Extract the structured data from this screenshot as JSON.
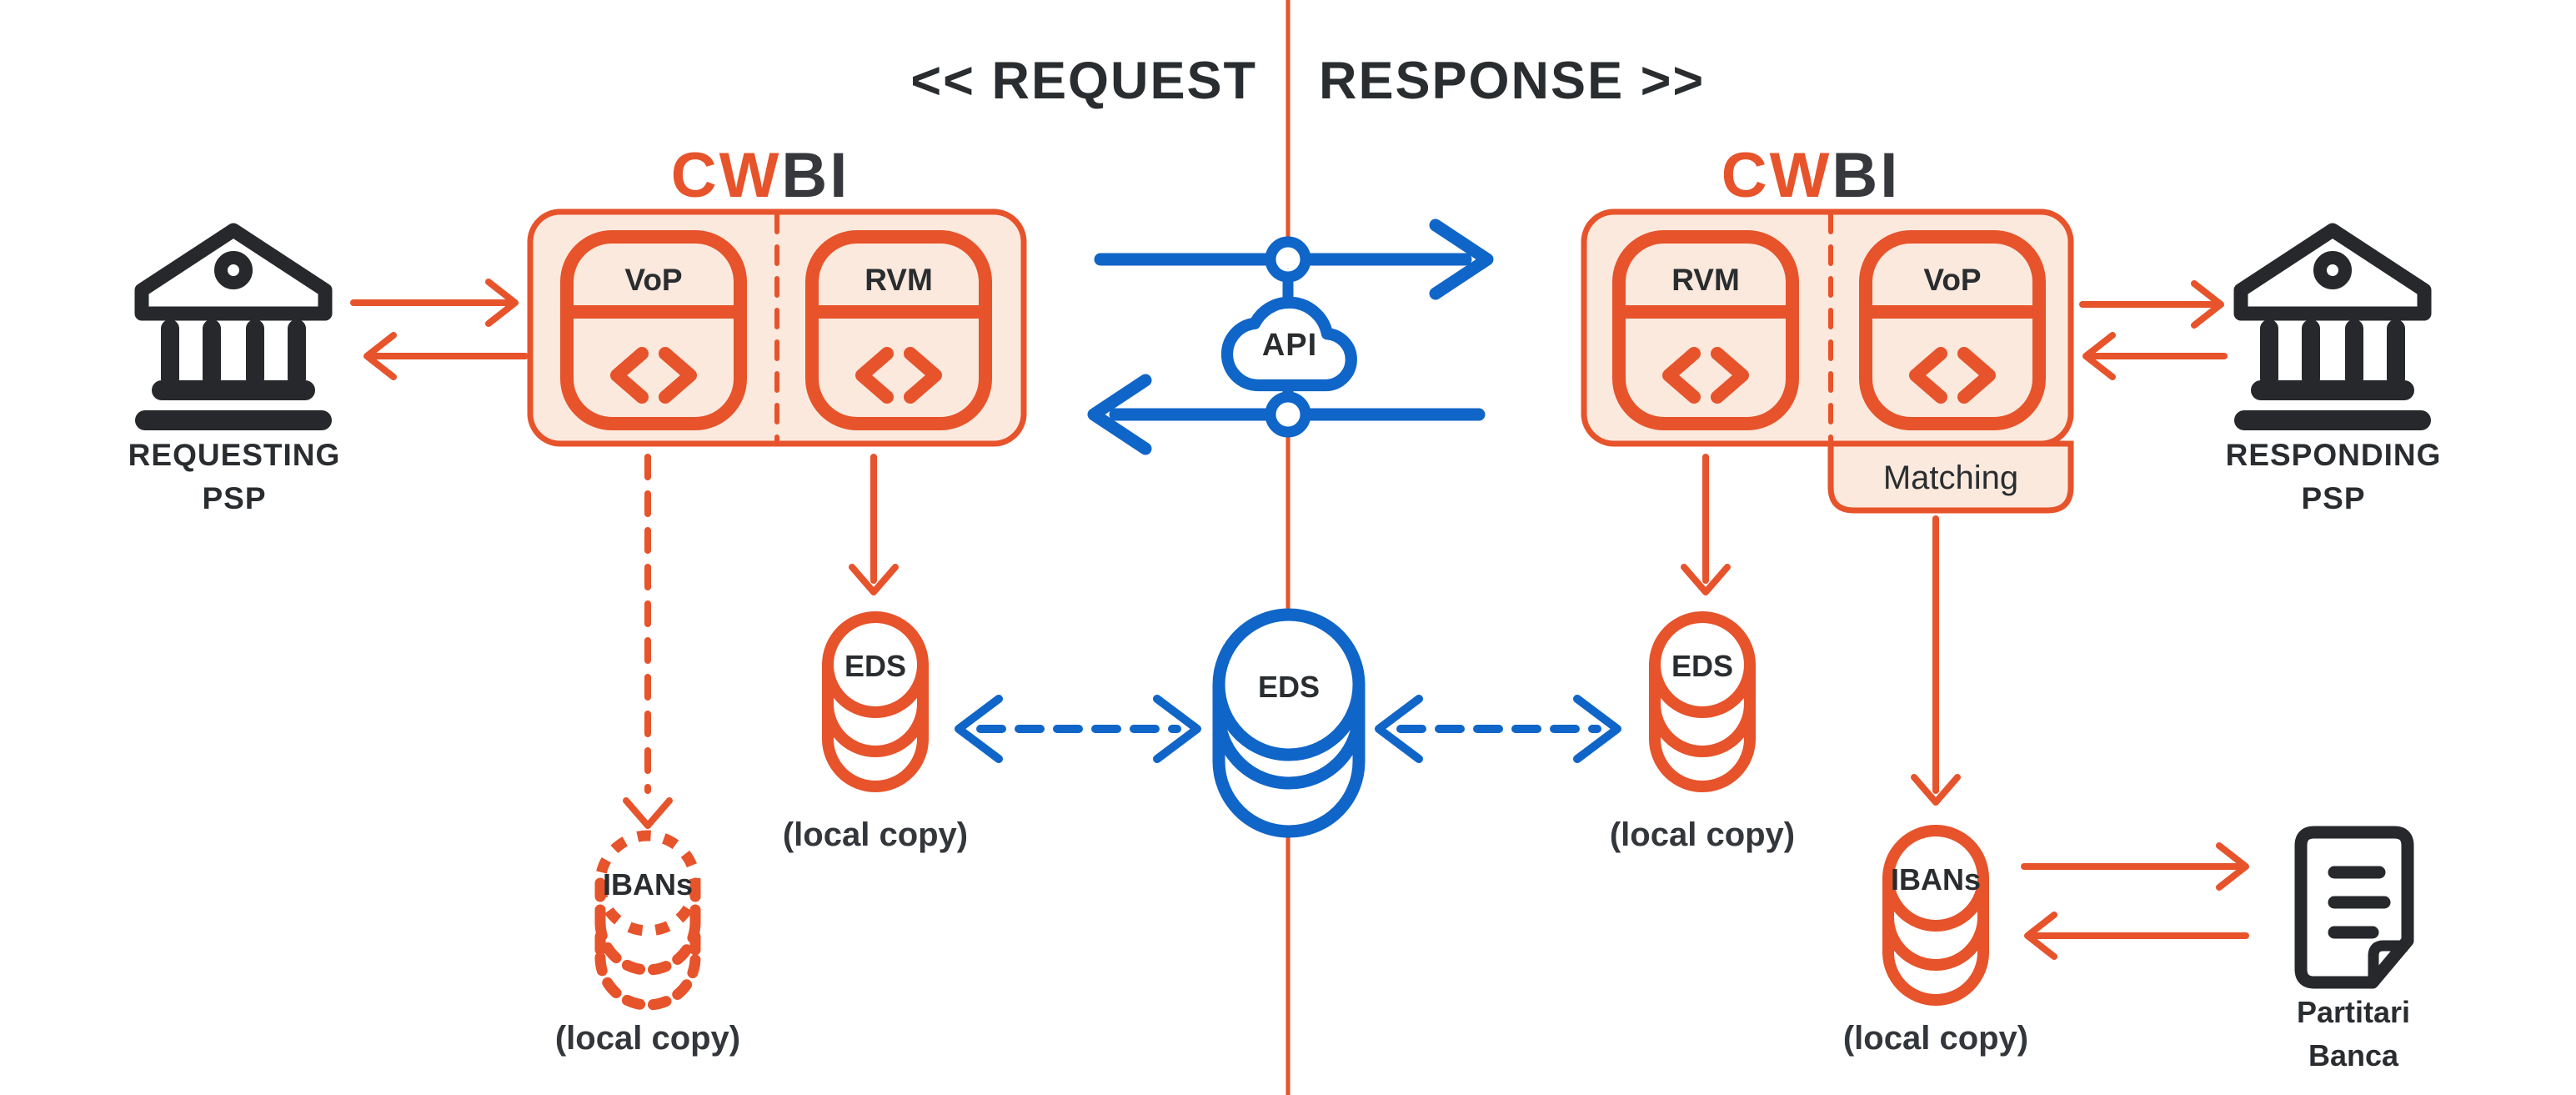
{
  "title": {
    "request_label": "<< REQUEST",
    "response_label": "RESPONSE >>"
  },
  "left_psp": {
    "name_line1": "REQUESTING",
    "name_line2": "PSP"
  },
  "right_psp": {
    "name_line1": "RESPONDING",
    "name_line2": "PSP"
  },
  "left_cwbi": {
    "logo_primary": "CW",
    "logo_secondary": "BI",
    "modules": [
      {
        "label": "VoP"
      },
      {
        "label": "RVM"
      }
    ],
    "eds": {
      "label": "EDS",
      "caption": "(local copy)"
    },
    "ibans": {
      "label": "IBANs",
      "caption": "(local copy)"
    }
  },
  "right_cwbi": {
    "logo_primary": "CW",
    "logo_secondary": "BI",
    "modules": [
      {
        "label": "RVM"
      },
      {
        "label": "VoP"
      }
    ],
    "matching_label": "Matching",
    "eds": {
      "label": "EDS",
      "caption": "(local copy)"
    },
    "ibans": {
      "label": "IBANs",
      "caption": "(local copy)"
    }
  },
  "central_eds": {
    "label": "EDS"
  },
  "api": {
    "label": "API"
  },
  "partitari": {
    "line1": "Partitari",
    "line2": "Banca"
  },
  "colors": {
    "orange": "#E7532B",
    "orange_fill": "#FBE9DD",
    "blue": "#1065C8",
    "dark_icon": "#26282B",
    "text_dark": "#2A2D30",
    "background": "#FFFFFF"
  }
}
